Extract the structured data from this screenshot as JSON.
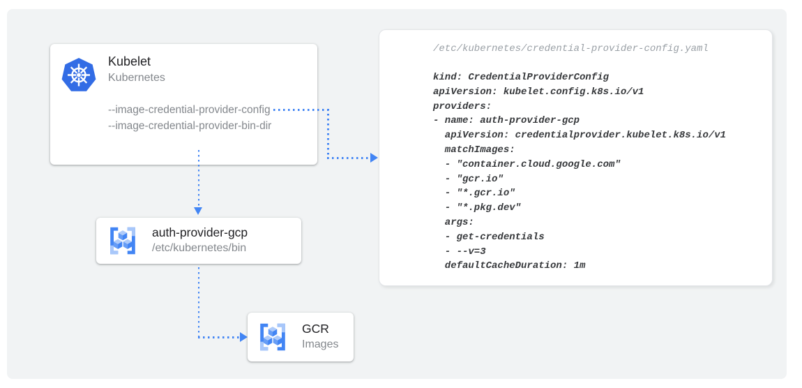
{
  "colors": {
    "canvas_bg": "#F1F3F4",
    "arrow_blue": "#4285F4",
    "kubernetes_blue": "#326CE5",
    "title_text": "#212124",
    "muted_text": "#83878C",
    "code_text": "#36383B",
    "filename_text": "#9AA0A6"
  },
  "kubelet_card": {
    "icon": "kubernetes-helm-icon",
    "title": "Kubelet",
    "subtitle": "Kubernetes",
    "flags": [
      "--image-credential-provider-config",
      "--image-credential-provider-bin-dir"
    ]
  },
  "auth_provider_card": {
    "icon": "container-registry-icon",
    "title": "auth-provider-gcp",
    "subtitle": "/etc/kubernetes/bin"
  },
  "gcr_card": {
    "icon": "container-registry-icon",
    "title": "GCR",
    "subtitle": "Images"
  },
  "code_panel": {
    "filename": "/etc/kubernetes/credential-provider-config.yaml",
    "code_lines": [
      "kind: CredentialProviderConfig",
      "apiVersion: kubelet.config.k8s.io/v1",
      "providers:",
      "- name: auth-provider-gcp",
      "  apiVersion: credentialprovider.kubelet.k8s.io/v1",
      "  matchImages:",
      "  - \"container.cloud.google.com\"",
      "  - \"gcr.io\"",
      "  - \"*.gcr.io\"",
      "  - \"*.pkg.dev\"",
      "  args:",
      "  - get-credentials",
      "  - --v=3",
      "  defaultCacheDuration: 1m"
    ]
  },
  "arrows": [
    {
      "name": "kubelet-config-flag-to-yaml-panel"
    },
    {
      "name": "kubelet-to-auth-provider"
    },
    {
      "name": "auth-provider-to-gcr"
    }
  ]
}
